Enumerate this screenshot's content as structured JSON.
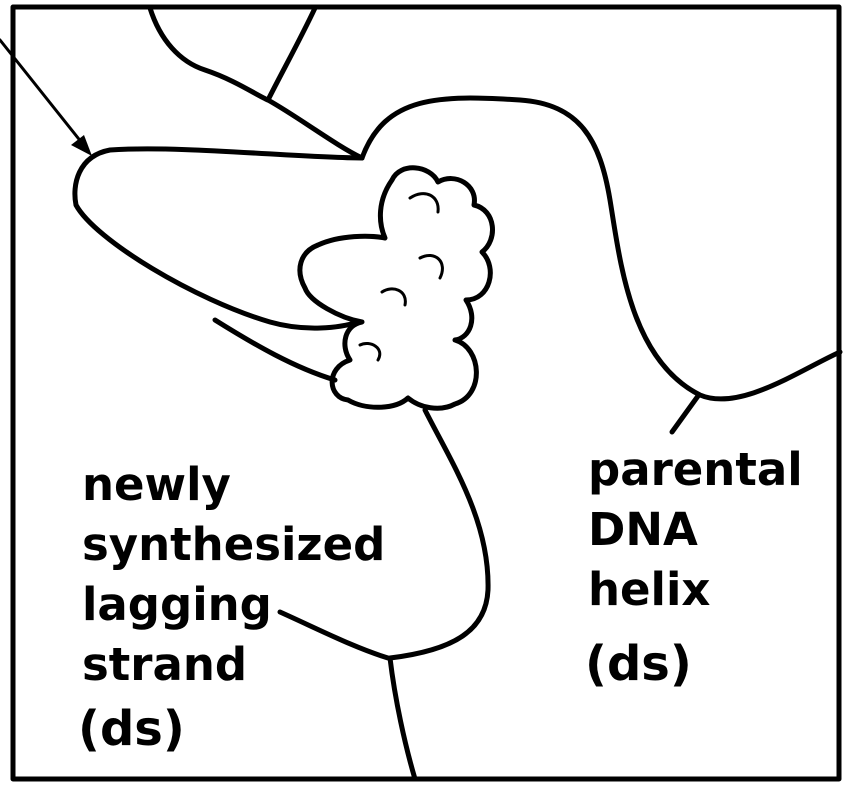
{
  "labels": {
    "lagging_strand": [
      "newly",
      "synthesized",
      "lagging",
      "strand"
    ],
    "lagging_strand_note": "(ds)",
    "parental_helix": [
      "parental",
      "DNA",
      "helix"
    ],
    "parental_helix_note": "(ds)"
  },
  "colors": {
    "line": "#000000",
    "background": "#ffffff"
  }
}
